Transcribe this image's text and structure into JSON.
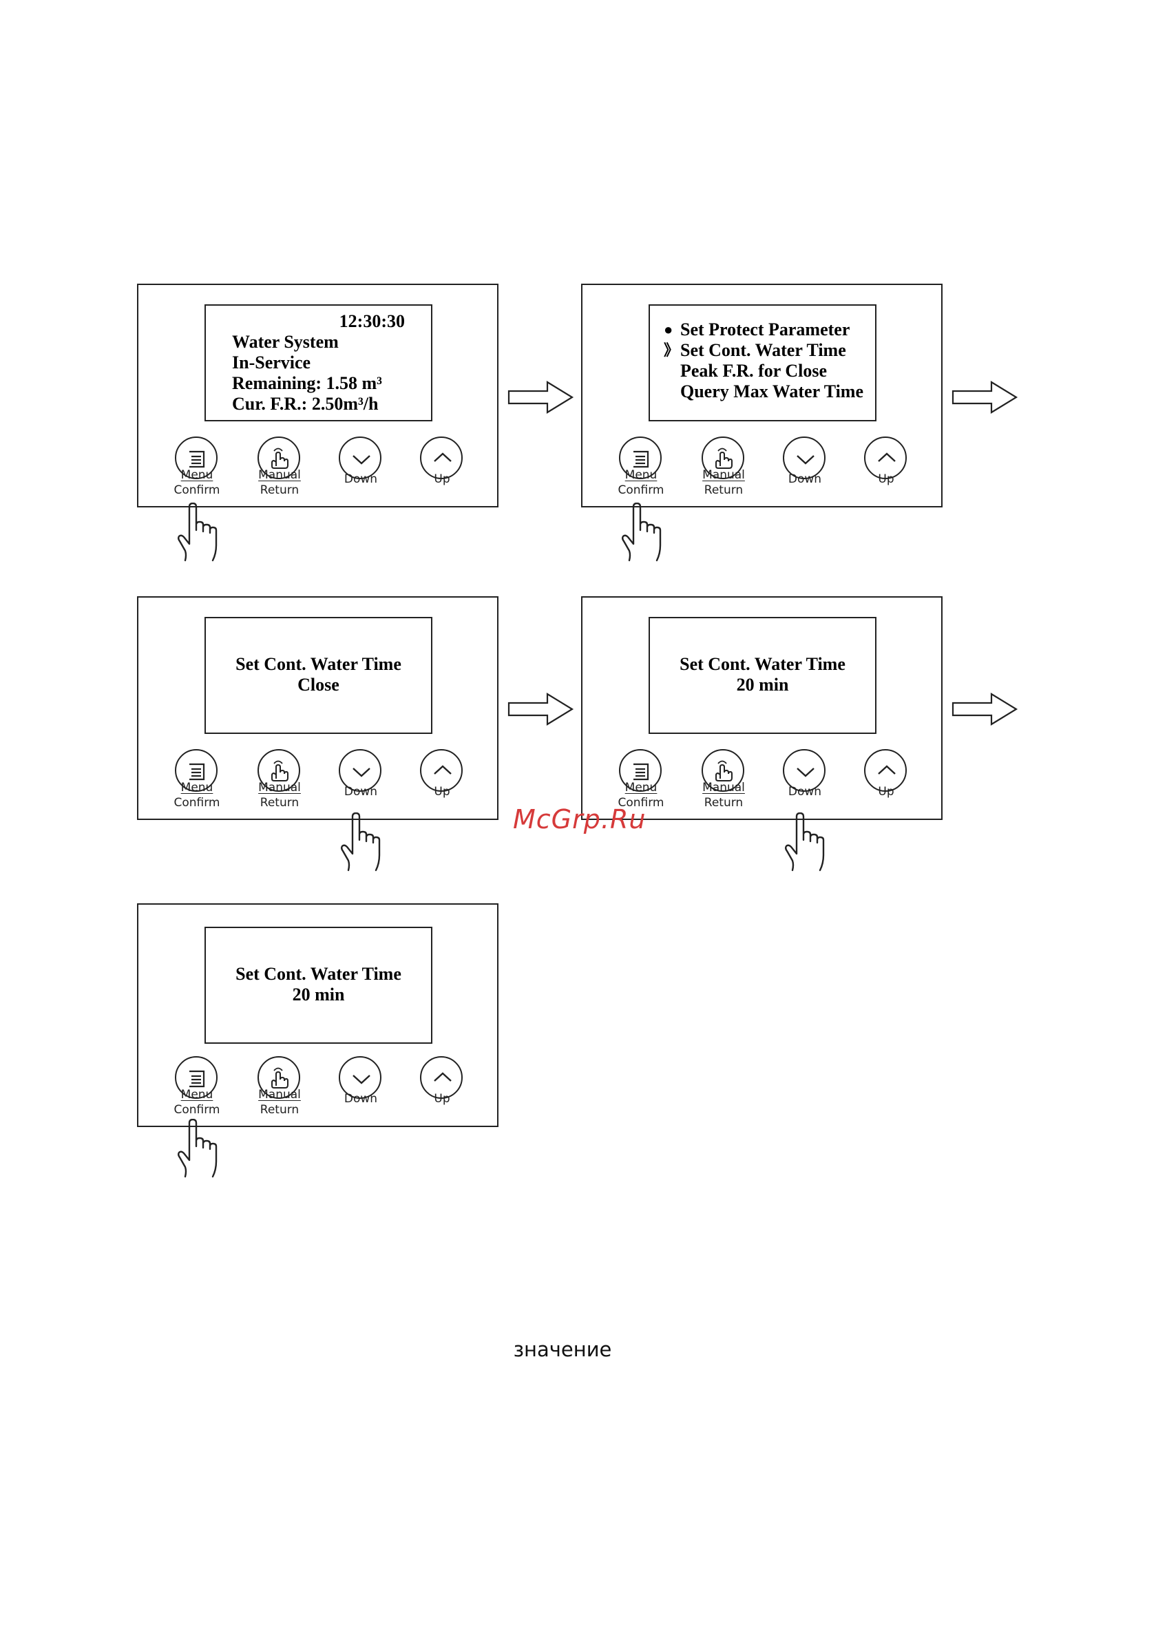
{
  "buttons": {
    "menu": "Menu",
    "confirm": "Confirm",
    "manual": "Manual",
    "return": "Return",
    "down": "Down",
    "up": "Up"
  },
  "step1": {
    "clock": "12:30:30",
    "line1": "Water System",
    "line2": "In-Service",
    "line3": "Remaining: 1.58 m³",
    "line4": "Cur. F.R.: 2.50m³/h"
  },
  "step2": {
    "items": [
      {
        "marker": "●",
        "label": "Set Protect Parameter"
      },
      {
        "marker": "》",
        "label": "Set Cont. Water Time"
      },
      {
        "marker": "",
        "label": "Peak F.R. for Close"
      },
      {
        "marker": "",
        "label": "Query Max Water Time"
      }
    ]
  },
  "step3": {
    "title": "Set Cont. Water Time",
    "value": "Close"
  },
  "step4": {
    "title": "Set Cont. Water Time",
    "value": "20 min"
  },
  "step5": {
    "title": "Set Cont. Water Time",
    "value": "20 min"
  },
  "watermark": "McGrp.Ru",
  "caption": "значение",
  "icons": [
    "menu-icon",
    "hand-icon",
    "chevron-down-icon",
    "chevron-up-icon",
    "arrow-right-icon",
    "pointing-hand-icon"
  ]
}
